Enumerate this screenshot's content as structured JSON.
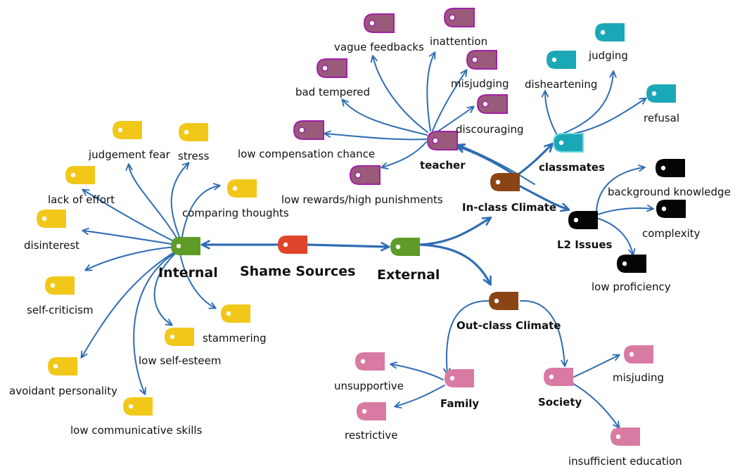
{
  "colors": {
    "link": "#2f6db3",
    "root": "#e0452b",
    "green": "#5e9c27",
    "brown": "#8b4414",
    "yellow": "#f1c81a",
    "teacher": "#9a5a7a",
    "teacher_border": "#a020a8",
    "teal": "#1ba8b6",
    "black": "#050505",
    "pink": "#d97aa2"
  },
  "central": {
    "label": "Shame Sources"
  },
  "internal": {
    "label": "Internal",
    "items": [
      "judgement fear",
      "stress",
      "lack of effort",
      "comparing thoughts",
      "disinterest",
      "self-criticism",
      "stammering",
      "low self-esteem",
      "avoidant personality",
      "low communicative skills"
    ]
  },
  "external": {
    "label": "External"
  },
  "in_class": {
    "label": "In-class Climate"
  },
  "teacher": {
    "label": "teacher",
    "items": [
      "vague feedbacks",
      "inattention",
      "misjudging",
      "bad tempered",
      "discouraging",
      "low compensation chance",
      "low rewards/high punishments"
    ]
  },
  "classmates": {
    "label": "classmates",
    "items": [
      "judging",
      "disheartening",
      "refusal"
    ]
  },
  "l2": {
    "label": "L2 Issues",
    "items": [
      "background knowledge",
      "complexity",
      "low proficiency"
    ]
  },
  "out_class": {
    "label": "Out-class Climate"
  },
  "family": {
    "label": "Family",
    "items": [
      "unsupportive",
      "restrictive"
    ]
  },
  "society": {
    "label": "Society",
    "items": [
      "misjuding",
      "insufficient education"
    ]
  }
}
